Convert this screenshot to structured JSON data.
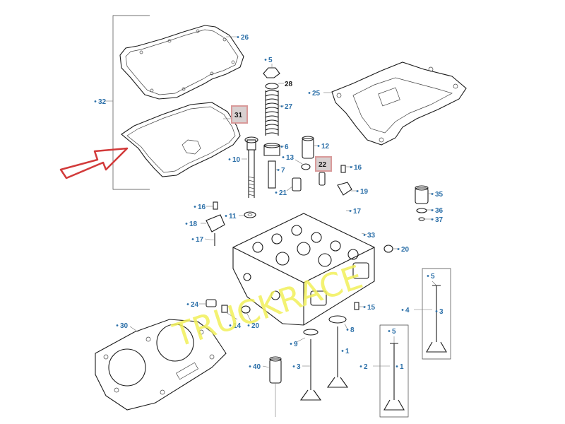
{
  "watermark": "TRUCKRACE",
  "highlight_color": "#d99a9a",
  "arrow_color": "#d23a3a",
  "label_color": "#2b6fa8",
  "callouts": [
    {
      "id": "c26",
      "text": "26"
    },
    {
      "id": "c32",
      "text": "32"
    },
    {
      "id": "c31",
      "text": "31"
    },
    {
      "id": "c5a",
      "text": "5"
    },
    {
      "id": "c28",
      "text": "28"
    },
    {
      "id": "c27",
      "text": "27"
    },
    {
      "id": "c25",
      "text": "25"
    },
    {
      "id": "c6",
      "text": "6"
    },
    {
      "id": "c12",
      "text": "12"
    },
    {
      "id": "c10",
      "text": "10"
    },
    {
      "id": "c13",
      "text": "13"
    },
    {
      "id": "c22",
      "text": "22"
    },
    {
      "id": "c16a",
      "text": "16"
    },
    {
      "id": "c7",
      "text": "7"
    },
    {
      "id": "c21",
      "text": "21"
    },
    {
      "id": "c19",
      "text": "19"
    },
    {
      "id": "c16b",
      "text": "16"
    },
    {
      "id": "c11",
      "text": "11"
    },
    {
      "id": "c17a",
      "text": "17"
    },
    {
      "id": "c35",
      "text": "35"
    },
    {
      "id": "c36",
      "text": "36"
    },
    {
      "id": "c37",
      "text": "37"
    },
    {
      "id": "c18",
      "text": "18"
    },
    {
      "id": "c17b",
      "text": "17"
    },
    {
      "id": "c33",
      "text": "33"
    },
    {
      "id": "c20a",
      "text": "20"
    },
    {
      "id": "c5b",
      "text": "5"
    },
    {
      "id": "c3a",
      "text": "3"
    },
    {
      "id": "c4",
      "text": "4"
    },
    {
      "id": "c24",
      "text": "24"
    },
    {
      "id": "c15",
      "text": "15"
    },
    {
      "id": "c30",
      "text": "30"
    },
    {
      "id": "c14",
      "text": "14"
    },
    {
      "id": "c20b",
      "text": "20"
    },
    {
      "id": "c9",
      "text": "9"
    },
    {
      "id": "c8",
      "text": "8"
    },
    {
      "id": "c1a",
      "text": "1"
    },
    {
      "id": "c5c",
      "text": "5"
    },
    {
      "id": "c40",
      "text": "40"
    },
    {
      "id": "c3b",
      "text": "3"
    },
    {
      "id": "c2",
      "text": "2"
    },
    {
      "id": "c1b",
      "text": "1"
    }
  ]
}
